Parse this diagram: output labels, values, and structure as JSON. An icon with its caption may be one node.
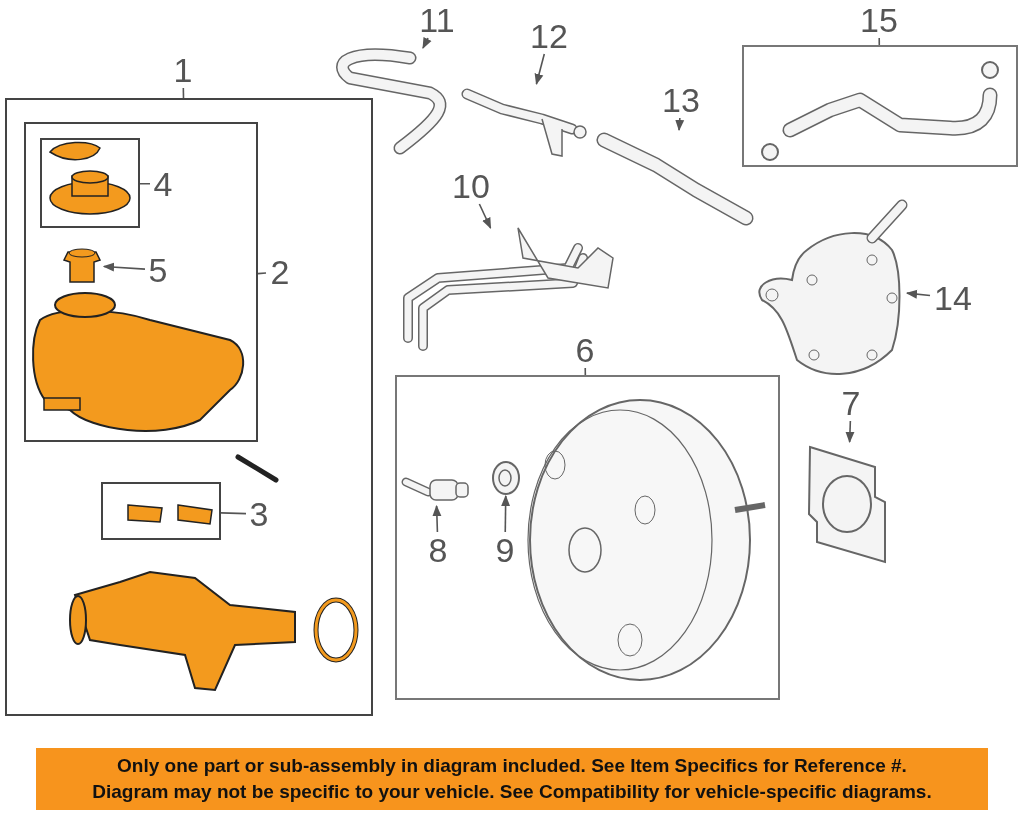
{
  "diagram": {
    "nodes": [
      {
        "text": [
          "1"
        ]
      },
      {
        "text": [],
        "shape": "box"
      },
      {
        "text": [],
        "shape": "box",
        "in": 1
      },
      {
        "text": [
          "2"
        ],
        "in": 1
      },
      {
        "text": [],
        "shape": "box",
        "in": 2
      },
      {
        "text": [
          "4"
        ],
        "in": 2
      },
      {
        "text": [
          "5"
        ],
        "in": 2
      },
      {
        "text": [],
        "shape": "picture",
        "in": 2
      },
      {
        "text": [],
        "shape": "box",
        "in": 1
      },
      {
        "text": [
          "3"
        ],
        "in": 1
      },
      {
        "text": [
          "11"
        ]
      },
      {
        "text": [],
        "shape": "picture"
      },
      {
        "text": [
          "12"
        ]
      },
      {
        "text": [],
        "shape": "picture"
      },
      {
        "text": [
          "15"
        ]
      },
      {
        "text": [],
        "shape": "box"
      },
      {
        "text": [
          "13"
        ]
      },
      {
        "text": [],
        "shape": "picture"
      },
      {
        "text": [
          "10"
        ]
      },
      {
        "text": [],
        "shape": "picture"
      },
      {
        "text": [
          "14"
        ]
      },
      {
        "text": [],
        "shape": "picture"
      },
      {
        "text": [
          "6"
        ]
      },
      {
        "text": [],
        "shape": "box"
      },
      {
        "text": [
          "8"
        ],
        "in": 23
      },
      {
        "text": [],
        "shape": "picture",
        "in": 23
      },
      {
        "text": [
          "9"
        ],
        "in": 23
      },
      {
        "text": [],
        "shape": "picture",
        "in": 23
      },
      {
        "text": [
          "7"
        ]
      },
      {
        "text": [],
        "shape": "picture"
      },
      {
        "text": [
          "Only one part or sub-assembly in diagram included. See Item Specifics for Reference #.",
          "Diagram may not be specific to your vehicle. See Compatibility for vehicle-specific diagrams."
        ]
      }
    ],
    "edges": [
      {
        "from": 0,
        "to": 1,
        "arrow": "none"
      },
      {
        "from": 3,
        "to": 2,
        "arrow": "none"
      },
      {
        "from": 5,
        "to": 4,
        "arrow": "none"
      },
      {
        "from": 6,
        "to": 7,
        "arrow": "to"
      },
      {
        "from": 9,
        "to": 8,
        "arrow": "none"
      },
      {
        "from": 10,
        "to": 11,
        "arrow": "to"
      },
      {
        "from": 12,
        "to": 13,
        "arrow": "to"
      },
      {
        "from": 14,
        "to": 15,
        "arrow": "none"
      },
      {
        "from": 16,
        "to": 17,
        "arrow": "to"
      },
      {
        "from": 18,
        "to": 19,
        "arrow": "to"
      },
      {
        "from": 20,
        "to": 21,
        "arrow": "to"
      },
      {
        "from": 22,
        "to": 23,
        "arrow": "none"
      },
      {
        "from": 24,
        "to": 25,
        "arrow": "to"
      },
      {
        "from": 26,
        "to": 27,
        "arrow": "to"
      },
      {
        "from": 28,
        "to": 29,
        "arrow": "to"
      }
    ]
  }
}
